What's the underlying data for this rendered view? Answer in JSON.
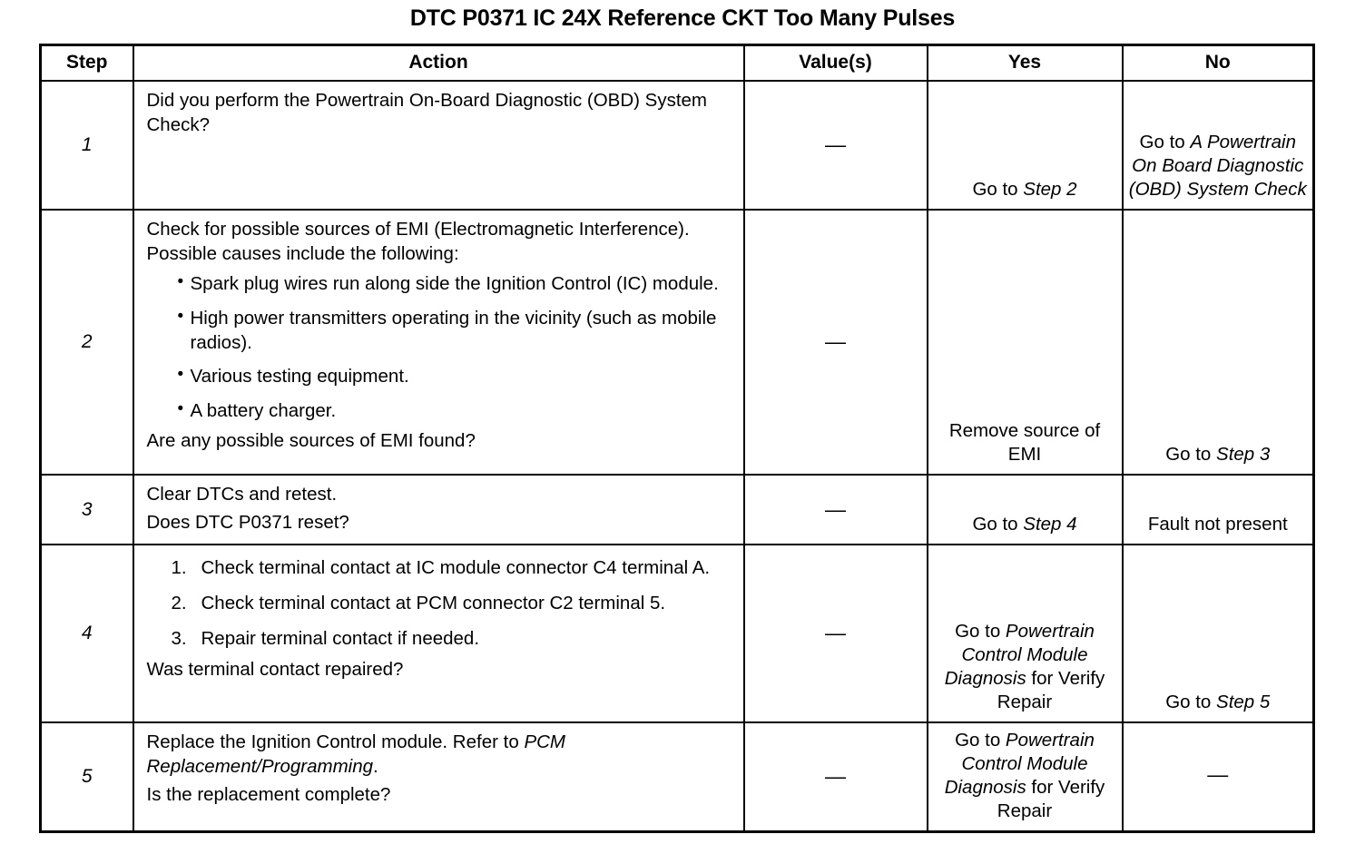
{
  "document": {
    "title": "DTC P0371 IC 24X Reference CKT Too Many Pulses"
  },
  "table": {
    "headers": {
      "step": "Step",
      "action": "Action",
      "value": "Value(s)",
      "yes": "Yes",
      "no": "No"
    },
    "rows": [
      {
        "step": "1",
        "action": {
          "intro": "Did you perform the Powertrain On-Board Diagnostic (OBD) System Check?"
        },
        "value": "—",
        "yes": {
          "prefix": "Go to ",
          "italic": "Step 2",
          "suffix": ""
        },
        "no": {
          "prefix": "Go to ",
          "italic": "A Powertrain On Board Diagnostic (OBD) System Check",
          "suffix": ""
        }
      },
      {
        "step": "2",
        "action": {
          "intro": "Check for possible sources of EMI (Electromagnetic Interference). Possible causes include the following:",
          "bullets": [
            "Spark plug wires run along side the Ignition Control (IC) module.",
            "High power transmitters operating in the vicinity (such as mobile radios).",
            "Various testing equipment.",
            "A battery charger."
          ],
          "question": "Are any possible sources of EMI found?"
        },
        "value": "—",
        "yes": {
          "prefix": "Remove source of EMI",
          "italic": "",
          "suffix": ""
        },
        "no": {
          "prefix": "Go to ",
          "italic": "Step 3",
          "suffix": ""
        }
      },
      {
        "step": "3",
        "action": {
          "intro": "Clear DTCs and retest.",
          "question": "Does DTC P0371 reset?"
        },
        "value": "—",
        "yes": {
          "prefix": "Go to ",
          "italic": "Step 4",
          "suffix": ""
        },
        "no": {
          "prefix": "Fault not present",
          "italic": "",
          "suffix": ""
        }
      },
      {
        "step": "4",
        "action": {
          "steps": [
            "Check terminal contact at IC module connector C4 terminal A.",
            "Check terminal contact at PCM connector C2 terminal 5.",
            "Repair terminal contact if needed."
          ],
          "question": "Was terminal contact repaired?"
        },
        "value": "—",
        "yes": {
          "prefix": "Go to ",
          "italic": "Powertrain Control Module Diagnosis",
          "suffix": " for Verify Repair"
        },
        "no": {
          "prefix": "Go to ",
          "italic": "Step 5",
          "suffix": ""
        }
      },
      {
        "step": "5",
        "action": {
          "intro_prefix": "Replace the Ignition Control module. Refer to ",
          "intro_italic": "PCM Replacement/Programming",
          "intro_suffix": ".",
          "question": "Is the replacement complete?"
        },
        "value": "—",
        "yes": {
          "prefix": "Go to ",
          "italic": "Powertrain Control Module Diagnosis",
          "suffix": " for Verify Repair"
        },
        "no": {
          "prefix": "—",
          "italic": "",
          "suffix": ""
        }
      }
    ]
  }
}
